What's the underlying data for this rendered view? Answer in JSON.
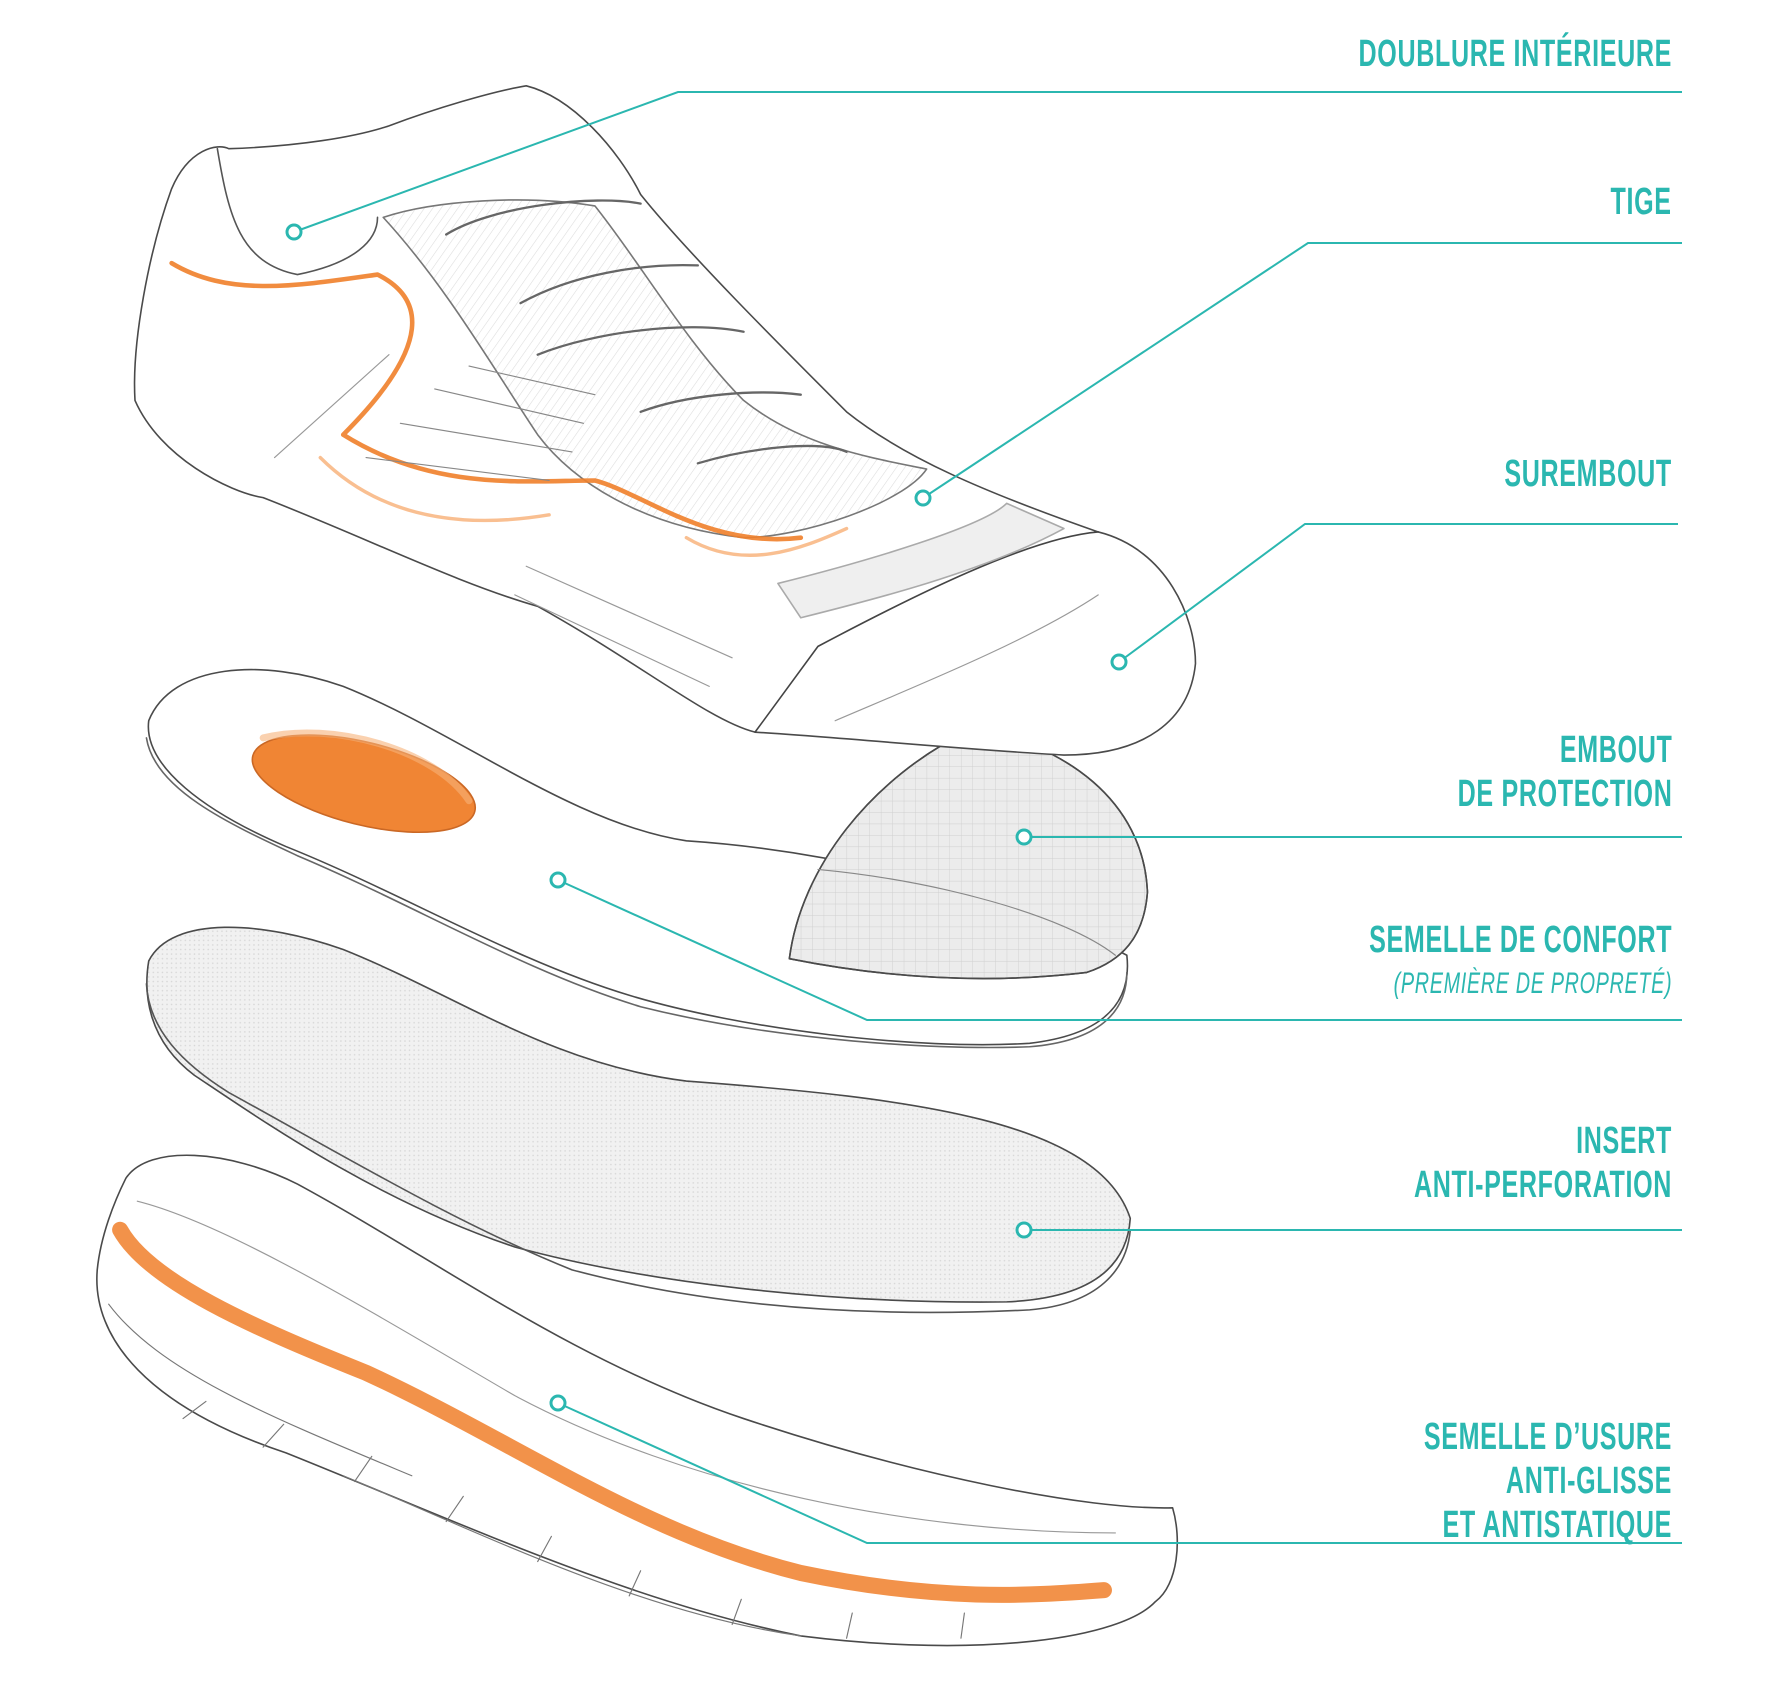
{
  "accent_color": "#2bb7b0",
  "highlight_color": "#f07f2a",
  "callouts": [
    {
      "id": "doublure",
      "lines": [
        "DOUBLURE INTÉRIEURE"
      ]
    },
    {
      "id": "tige",
      "lines": [
        "TIGE"
      ]
    },
    {
      "id": "surembout",
      "lines": [
        "SUREMBOUT"
      ]
    },
    {
      "id": "embout",
      "lines": [
        "EMBOUT",
        "DE PROTECTION"
      ]
    },
    {
      "id": "semelle-confort",
      "lines": [
        "SEMELLE DE CONFORT"
      ],
      "subtitle": "(PREMIÈRE DE PROPRETÉ)"
    },
    {
      "id": "insert",
      "lines": [
        "INSERT",
        "ANTI-PERFORATION"
      ]
    },
    {
      "id": "semelle-usure",
      "lines": [
        "SEMELLE D’USURE",
        "ANTI-GLISSE",
        "ET ANTISTATIQUE"
      ]
    }
  ]
}
